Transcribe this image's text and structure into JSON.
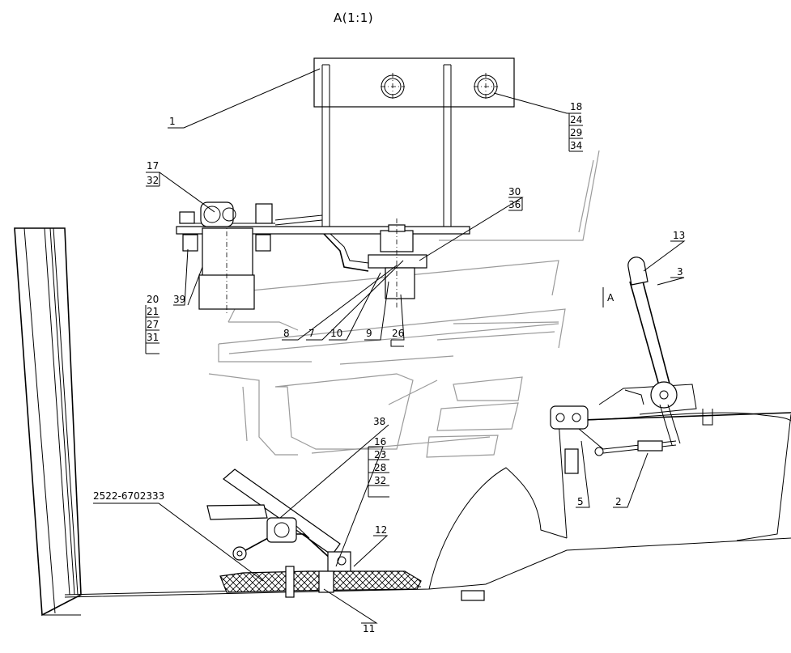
{
  "title": "A(1:1)",
  "view_marker": "A",
  "callouts": {
    "c1": "1",
    "c2": "2",
    "c3": "3",
    "c5": "5",
    "c7": "7",
    "c8": "8",
    "c9": "9",
    "c10": "10",
    "c11": "11",
    "c12": "12",
    "c13": "13",
    "c16": "16",
    "c23": "23",
    "c28": "28",
    "c32b": "32",
    "c17": "17",
    "c32a": "32",
    "c18": "18",
    "c24": "24",
    "c29": "29",
    "c34": "34",
    "c20": "20",
    "c21": "21",
    "c27": "27",
    "c31": "31",
    "c26": "26",
    "c30": "30",
    "c36": "36",
    "c38": "38",
    "c39": "39",
    "part_no": "2522-6702333"
  }
}
